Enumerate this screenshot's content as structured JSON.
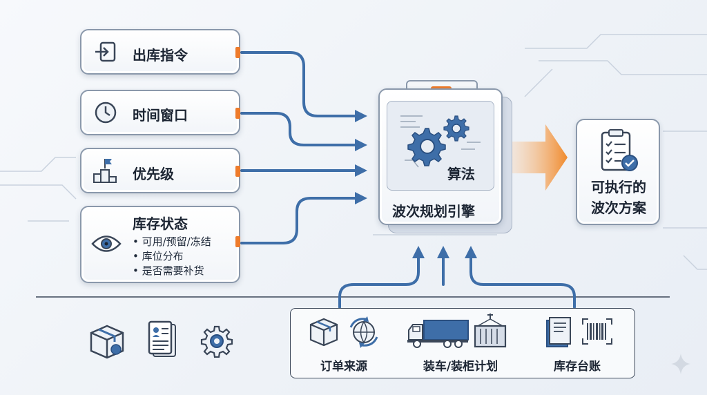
{
  "inputs": [
    {
      "label": "出库指令",
      "icon": "import-arrow-icon"
    },
    {
      "label": "时间窗口",
      "icon": "clock-icon"
    },
    {
      "label": "优先级",
      "icon": "podium-flag-icon"
    },
    {
      "label": "库存状态",
      "icon": "eye-icon",
      "bullets": [
        "• 可用/预留/冻结",
        "• 库位分布",
        "• 是否需要补货"
      ]
    }
  ],
  "engine": {
    "title": "波次规划引擎",
    "algorithm": "算法"
  },
  "output": {
    "line1": "可执行的",
    "line2": "波次方案",
    "icon": "clipboard-check-icon"
  },
  "sources": [
    {
      "label": "订单来源",
      "icons": [
        "box-icon",
        "globe-sync-icon"
      ]
    },
    {
      "label": "装车/装柜计划",
      "icons": [
        "truck-icon",
        "container-icon"
      ]
    },
    {
      "label": "库存台账",
      "icons": [
        "ledger-book-icon",
        "barcode-icon"
      ]
    }
  ],
  "legend_icons": [
    "package-icon",
    "document-icon",
    "gear-icon"
  ],
  "colors": {
    "accent": "#ee7b2b",
    "arrow": "#3e6ea8",
    "border": "#8a98ab"
  }
}
